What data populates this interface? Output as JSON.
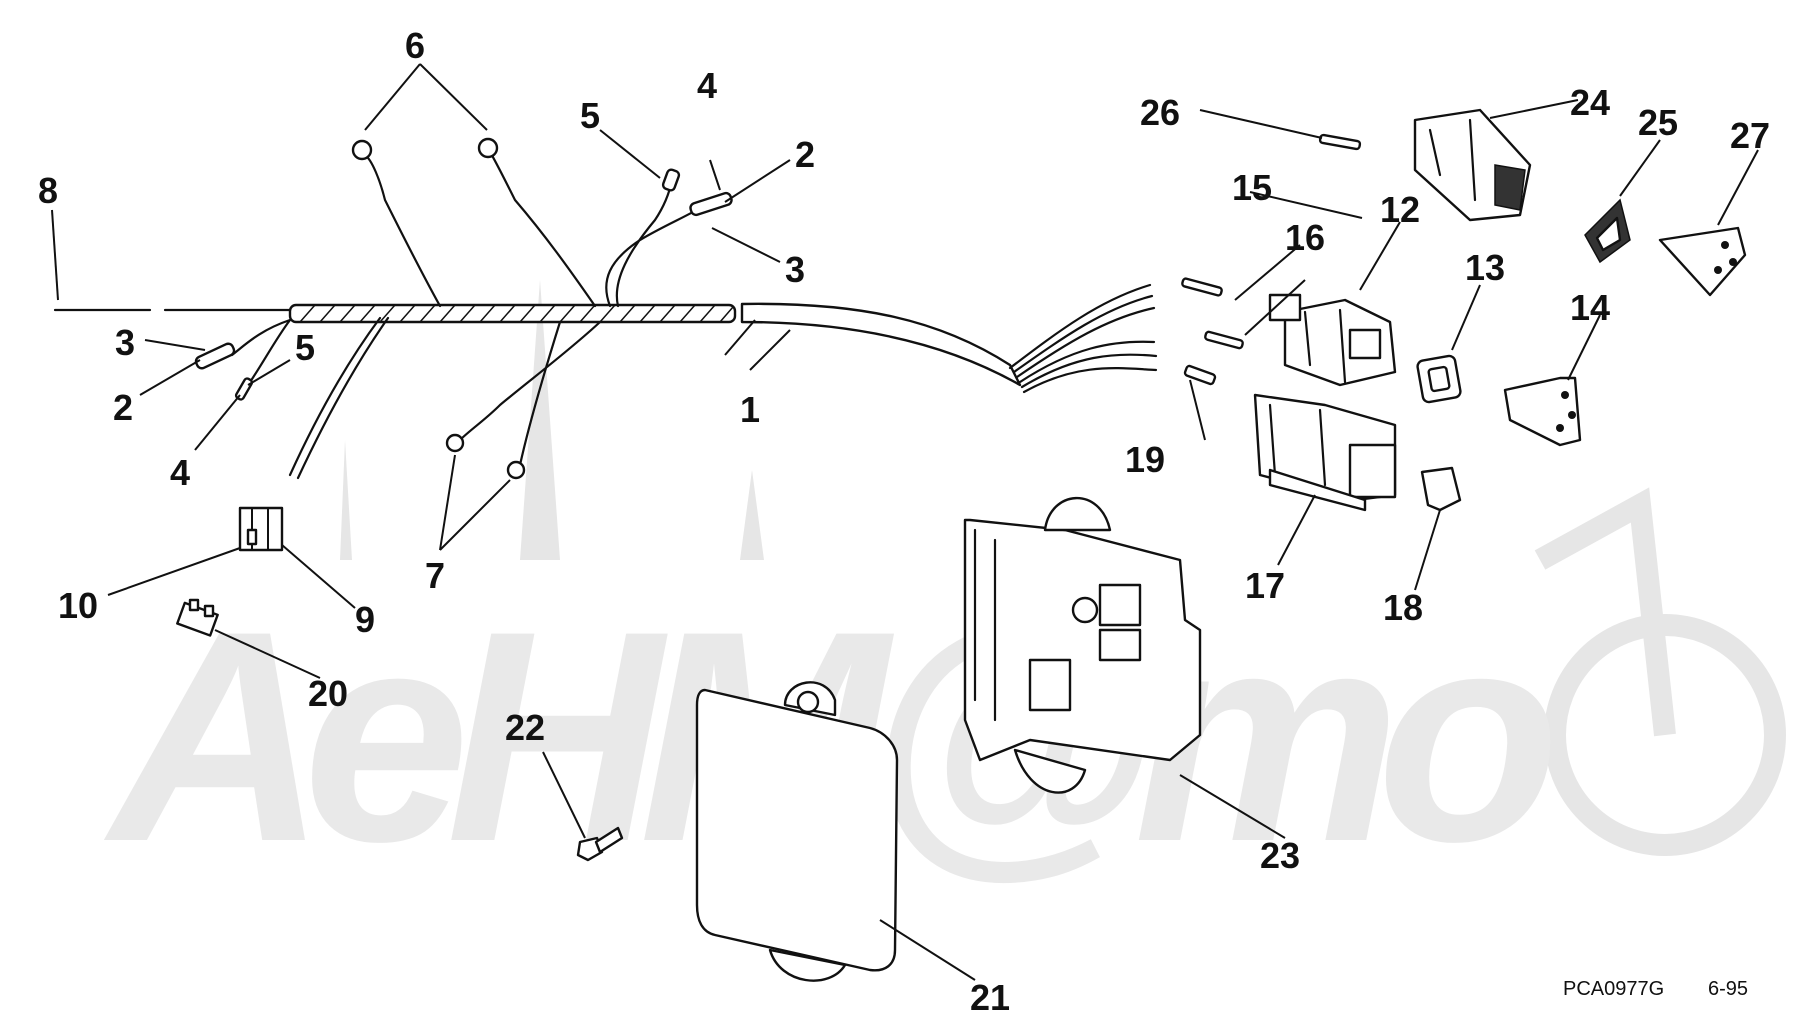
{
  "callouts": {
    "c1": "1",
    "c2a": "2",
    "c2b": "2",
    "c3a": "3",
    "c3b": "3",
    "c4a": "4",
    "c4b": "4",
    "c5a": "5",
    "c5b": "5",
    "c6": "6",
    "c7": "7",
    "c8": "8",
    "c9": "9",
    "c10": "10",
    "c12": "12",
    "c13": "13",
    "c14": "14",
    "c15": "15",
    "c16": "16",
    "c17": "17",
    "c18": "18",
    "c19": "19",
    "c20": "20",
    "c21": "21",
    "c22": "22",
    "c23": "23",
    "c24": "24",
    "c25": "25",
    "c26": "26",
    "c27": "27"
  },
  "footer": {
    "code": "PCA0977G",
    "date": "6-95"
  },
  "watermark": {
    "text": "AeHM@mo"
  },
  "colors": {
    "ink": "#111111",
    "watermark": "#e6e6e6",
    "background": "#ffffff"
  }
}
